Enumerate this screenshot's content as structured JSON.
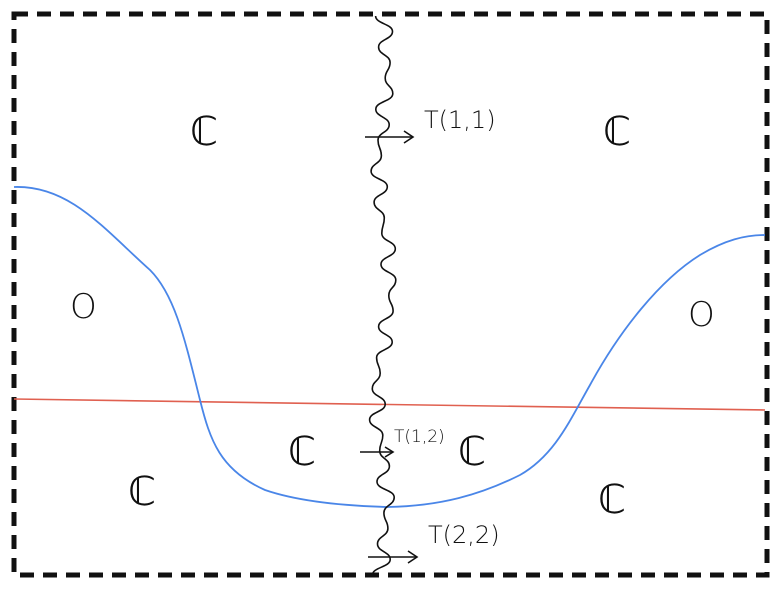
{
  "colors": {
    "frame": "#111111",
    "blue_curve": "#4a86e8",
    "red_line": "#e06050",
    "wavy_line": "#111111",
    "ink": "#111111"
  },
  "regions": {
    "c_top_left": "ℂ",
    "c_top_right": "ℂ",
    "o_left": "O",
    "o_right": "O",
    "c_mid_left": "ℂ",
    "c_mid_right": "ℂ",
    "c_bottom_left": "ℂ",
    "c_bottom_right": "ℂ"
  },
  "operators": {
    "t11": "T(1,1)",
    "t12": "T(1,2)",
    "t22": "T(2,2)"
  }
}
